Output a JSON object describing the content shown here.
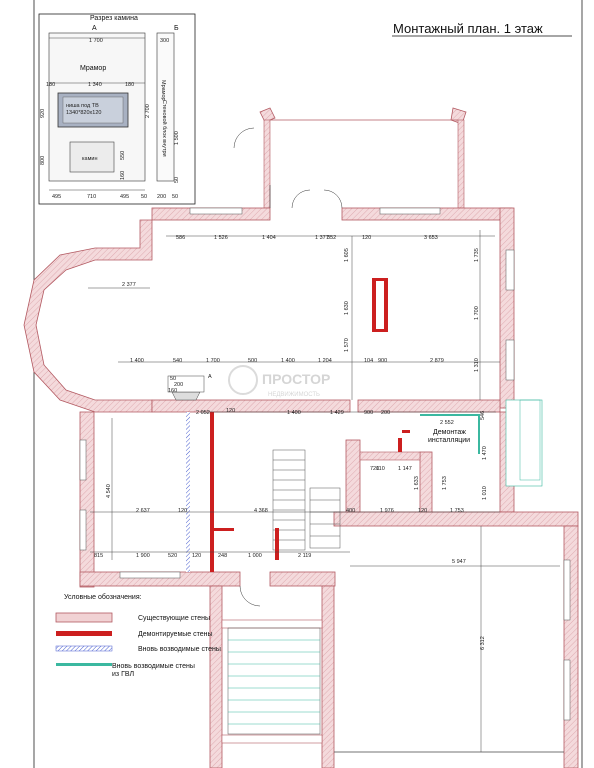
{
  "title": "Монтажный план. 1 этаж",
  "fireplace": {
    "heading": "Разрез камина",
    "col_a": "А",
    "col_b": "Б",
    "dim_top": "1 700",
    "dim_top_b": "300",
    "marble_a": "Мрамор",
    "marble_b": "Мрамор",
    "dim_180_l": "180",
    "dim_1340": "1 340",
    "dim_180_r": "180",
    "dim_920": "920",
    "niche": "ниша под ТВ\n1340*820х120",
    "dim_2700": "2 700",
    "dim_1500": "1 500",
    "inner_wall": "Стеновой блок внутри",
    "dim_800": "800",
    "fireplace_label": "камин",
    "dim_550": "550",
    "dim_160": "160",
    "dim_50_b": "50",
    "bottom_495_l": "495",
    "bottom_710": "710",
    "bottom_495_r": "495",
    "bottom_50": "50",
    "bottom_200": "200",
    "bottom_50_b": "50"
  },
  "dimensions": [
    "586",
    "1 526",
    "1 404",
    "1 377",
    "352",
    "120",
    "3 653",
    "2 377",
    "1 605",
    "1 735",
    "1 630",
    "1 700",
    "1 400",
    "540",
    "1 700",
    "500",
    "1 400",
    "1 204",
    "104",
    "900",
    "2 879",
    "1 570",
    "1 310",
    "2 052",
    "1 400",
    "1 429",
    "900",
    "200",
    "2 552",
    "546",
    "1 470",
    "4 540",
    "2 637",
    "120",
    "4 368",
    "110",
    "720",
    "1 147",
    "1 633",
    "1 753",
    "1 010",
    "400",
    "1 976",
    "120",
    "1 753",
    "815",
    "1 900",
    "520",
    "120",
    "248",
    "1 000",
    "2 119",
    "5 947",
    "6 312",
    "50",
    "200",
    "160",
    "120"
  ],
  "annotations": {
    "dismantle": "Демонтаж\nинсталляции",
    "section_a": "А",
    "watermark_main": "ПРОСТОР",
    "watermark_sub": "НЕДВИЖИМОСТЬ"
  },
  "legend": {
    "heading": "Условные обозначения:",
    "items": [
      {
        "label": "Существующие стены",
        "color": "#f1d2d4",
        "stroke": "#b35a62"
      },
      {
        "label": "Демонтируемые стены",
        "color": "#cc1f1f"
      },
      {
        "label": "Вновь возводимые стены",
        "color": "#5b6fd6"
      },
      {
        "label": "Вновь возводимые стены\nиз ГВЛ",
        "color": "#3bb8a0"
      }
    ]
  }
}
